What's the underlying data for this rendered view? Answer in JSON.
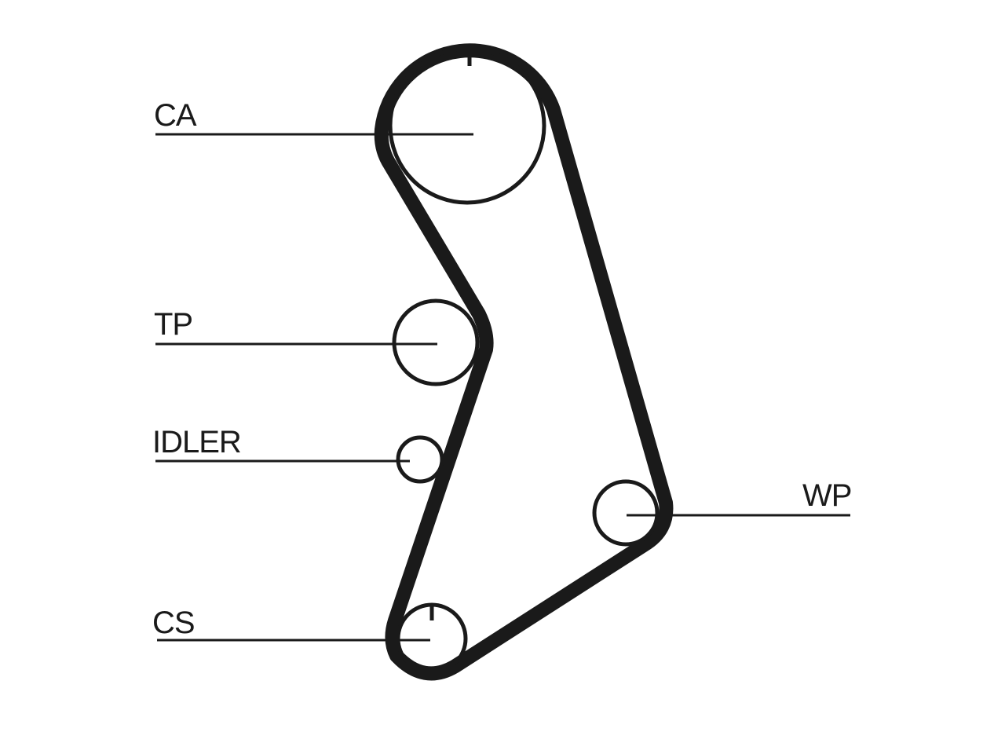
{
  "labels": {
    "ca": "CA",
    "tp": "TP",
    "idler": "IDLER",
    "cs": "CS",
    "wp": "WP"
  },
  "colors": {
    "stroke": "#1a1a1a",
    "background": "#ffffff"
  }
}
